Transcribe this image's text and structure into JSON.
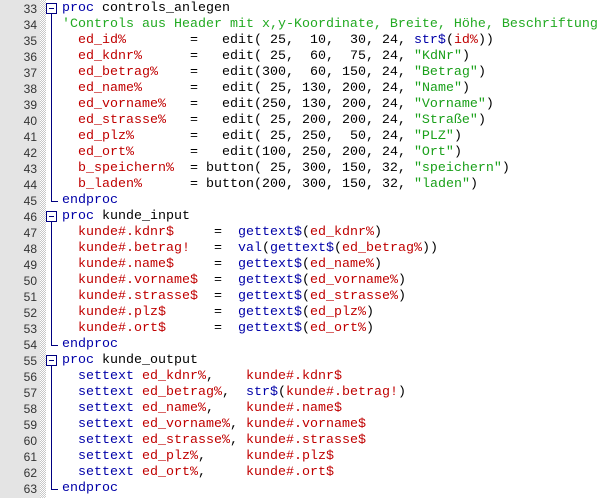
{
  "editor": {
    "colors": {
      "keyword": "#0000a8",
      "variable": "#c00000",
      "string": "#1aa01a",
      "comment": "#22aa22",
      "fold": "#000080"
    },
    "lines": [
      {
        "n": "33",
        "fold": "start",
        "t": [
          [
            "proc ",
            "k"
          ],
          [
            "controls_anlegen",
            "p"
          ]
        ]
      },
      {
        "n": "34",
        "fold": "mid",
        "t": [
          [
            "'Controls aus Header mit x,y-Koordinate, Breite, Höhe, Beschriftung",
            "c"
          ]
        ]
      },
      {
        "n": "35",
        "fold": "mid",
        "t": [
          [
            "  ",
            "p"
          ],
          [
            "ed_id%",
            "v"
          ],
          [
            "        =   edit( 25,  10,  30, 24, ",
            "p"
          ],
          [
            "str$",
            "k"
          ],
          [
            "(",
            "p"
          ],
          [
            "id%",
            "v"
          ],
          [
            "))",
            "p"
          ]
        ]
      },
      {
        "n": "36",
        "fold": "mid",
        "t": [
          [
            "  ",
            "p"
          ],
          [
            "ed_kdnr%",
            "v"
          ],
          [
            "      =   edit( 25,  60,  75, 24, ",
            "p"
          ],
          [
            "\"KdNr\"",
            "s"
          ],
          [
            ")",
            "p"
          ]
        ]
      },
      {
        "n": "37",
        "fold": "mid",
        "t": [
          [
            "  ",
            "p"
          ],
          [
            "ed_betrag%",
            "v"
          ],
          [
            "    =   edit(300,  60, 150, 24, ",
            "p"
          ],
          [
            "\"Betrag\"",
            "s"
          ],
          [
            ")",
            "p"
          ]
        ]
      },
      {
        "n": "38",
        "fold": "mid",
        "t": [
          [
            "  ",
            "p"
          ],
          [
            "ed_name%",
            "v"
          ],
          [
            "      =   edit( 25, 130, 200, 24, ",
            "p"
          ],
          [
            "\"Name\"",
            "s"
          ],
          [
            ")",
            "p"
          ]
        ]
      },
      {
        "n": "39",
        "fold": "mid",
        "t": [
          [
            "  ",
            "p"
          ],
          [
            "ed_vorname%",
            "v"
          ],
          [
            "   =   edit(250, 130, 200, 24, ",
            "p"
          ],
          [
            "\"Vorname\"",
            "s"
          ],
          [
            ")",
            "p"
          ]
        ]
      },
      {
        "n": "40",
        "fold": "mid",
        "t": [
          [
            "  ",
            "p"
          ],
          [
            "ed_strasse%",
            "v"
          ],
          [
            "   =   edit( 25, 200, 200, 24, ",
            "p"
          ],
          [
            "\"Straße\"",
            "s"
          ],
          [
            ")",
            "p"
          ]
        ]
      },
      {
        "n": "41",
        "fold": "mid",
        "t": [
          [
            "  ",
            "p"
          ],
          [
            "ed_plz%",
            "v"
          ],
          [
            "       =   edit( 25, 250,  50, 24, ",
            "p"
          ],
          [
            "\"PLZ\"",
            "s"
          ],
          [
            ")",
            "p"
          ]
        ]
      },
      {
        "n": "42",
        "fold": "mid",
        "t": [
          [
            "  ",
            "p"
          ],
          [
            "ed_ort%",
            "v"
          ],
          [
            "       =   edit(100, 250, 200, 24, ",
            "p"
          ],
          [
            "\"Ort\"",
            "s"
          ],
          [
            ")",
            "p"
          ]
        ]
      },
      {
        "n": "43",
        "fold": "mid",
        "t": [
          [
            "  ",
            "p"
          ],
          [
            "b_speichern%",
            "v"
          ],
          [
            "  = button( 25, 300, 150, 32, ",
            "p"
          ],
          [
            "\"speichern\"",
            "s"
          ],
          [
            ")",
            "p"
          ]
        ]
      },
      {
        "n": "44",
        "fold": "mid",
        "t": [
          [
            "  ",
            "p"
          ],
          [
            "b_laden%",
            "v"
          ],
          [
            "      = button(200, 300, 150, 32, ",
            "p"
          ],
          [
            "\"laden\"",
            "s"
          ],
          [
            ")",
            "p"
          ]
        ]
      },
      {
        "n": "45",
        "fold": "end",
        "t": [
          [
            "endproc",
            "k"
          ]
        ]
      },
      {
        "n": "46",
        "fold": "start",
        "t": [
          [
            "proc ",
            "k"
          ],
          [
            "kunde_input",
            "p"
          ]
        ]
      },
      {
        "n": "47",
        "fold": "mid",
        "t": [
          [
            "  ",
            "p"
          ],
          [
            "kunde#.kdnr$",
            "v"
          ],
          [
            "     =  ",
            "p"
          ],
          [
            "gettext$",
            "k"
          ],
          [
            "(",
            "p"
          ],
          [
            "ed_kdnr%",
            "v"
          ],
          [
            ")",
            "p"
          ]
        ]
      },
      {
        "n": "48",
        "fold": "mid",
        "t": [
          [
            "  ",
            "p"
          ],
          [
            "kunde#.betrag!",
            "v"
          ],
          [
            "   =  ",
            "p"
          ],
          [
            "val",
            "k"
          ],
          [
            "(",
            "p"
          ],
          [
            "gettext$",
            "k"
          ],
          [
            "(",
            "p"
          ],
          [
            "ed_betrag%",
            "v"
          ],
          [
            "))",
            "p"
          ]
        ]
      },
      {
        "n": "49",
        "fold": "mid",
        "t": [
          [
            "  ",
            "p"
          ],
          [
            "kunde#.name$",
            "v"
          ],
          [
            "     =  ",
            "p"
          ],
          [
            "gettext$",
            "k"
          ],
          [
            "(",
            "p"
          ],
          [
            "ed_name%",
            "v"
          ],
          [
            ")",
            "p"
          ]
        ]
      },
      {
        "n": "50",
        "fold": "mid",
        "t": [
          [
            "  ",
            "p"
          ],
          [
            "kunde#.vorname$",
            "v"
          ],
          [
            "  =  ",
            "p"
          ],
          [
            "gettext$",
            "k"
          ],
          [
            "(",
            "p"
          ],
          [
            "ed_vorname%",
            "v"
          ],
          [
            ")",
            "p"
          ]
        ]
      },
      {
        "n": "51",
        "fold": "mid",
        "t": [
          [
            "  ",
            "p"
          ],
          [
            "kunde#.strasse$",
            "v"
          ],
          [
            "  =  ",
            "p"
          ],
          [
            "gettext$",
            "k"
          ],
          [
            "(",
            "p"
          ],
          [
            "ed_strasse%",
            "v"
          ],
          [
            ")",
            "p"
          ]
        ]
      },
      {
        "n": "52",
        "fold": "mid",
        "t": [
          [
            "  ",
            "p"
          ],
          [
            "kunde#.plz$",
            "v"
          ],
          [
            "      =  ",
            "p"
          ],
          [
            "gettext$",
            "k"
          ],
          [
            "(",
            "p"
          ],
          [
            "ed_plz%",
            "v"
          ],
          [
            ")",
            "p"
          ]
        ]
      },
      {
        "n": "53",
        "fold": "mid",
        "t": [
          [
            "  ",
            "p"
          ],
          [
            "kunde#.ort$",
            "v"
          ],
          [
            "      =  ",
            "p"
          ],
          [
            "gettext$",
            "k"
          ],
          [
            "(",
            "p"
          ],
          [
            "ed_ort%",
            "v"
          ],
          [
            ")",
            "p"
          ]
        ]
      },
      {
        "n": "54",
        "fold": "end",
        "t": [
          [
            "endproc",
            "k"
          ]
        ]
      },
      {
        "n": "55",
        "fold": "start",
        "t": [
          [
            "proc ",
            "k"
          ],
          [
            "kunde_output",
            "p"
          ]
        ]
      },
      {
        "n": "56",
        "fold": "mid",
        "t": [
          [
            "  ",
            "p"
          ],
          [
            "settext",
            "k"
          ],
          [
            " ",
            "p"
          ],
          [
            "ed_kdnr%",
            "v"
          ],
          [
            ",    ",
            "p"
          ],
          [
            "kunde#.kdnr$",
            "v"
          ]
        ]
      },
      {
        "n": "57",
        "fold": "mid",
        "t": [
          [
            "  ",
            "p"
          ],
          [
            "settext",
            "k"
          ],
          [
            " ",
            "p"
          ],
          [
            "ed_betrag%",
            "v"
          ],
          [
            ",  ",
            "p"
          ],
          [
            "str$",
            "k"
          ],
          [
            "(",
            "p"
          ],
          [
            "kunde#.betrag!",
            "v"
          ],
          [
            ")",
            "p"
          ]
        ]
      },
      {
        "n": "58",
        "fold": "mid",
        "t": [
          [
            "  ",
            "p"
          ],
          [
            "settext",
            "k"
          ],
          [
            " ",
            "p"
          ],
          [
            "ed_name%",
            "v"
          ],
          [
            ",    ",
            "p"
          ],
          [
            "kunde#.name$",
            "v"
          ]
        ]
      },
      {
        "n": "59",
        "fold": "mid",
        "t": [
          [
            "  ",
            "p"
          ],
          [
            "settext",
            "k"
          ],
          [
            " ",
            "p"
          ],
          [
            "ed_vorname%",
            "v"
          ],
          [
            ", ",
            "p"
          ],
          [
            "kunde#.vorname$",
            "v"
          ]
        ]
      },
      {
        "n": "60",
        "fold": "mid",
        "t": [
          [
            "  ",
            "p"
          ],
          [
            "settext",
            "k"
          ],
          [
            " ",
            "p"
          ],
          [
            "ed_strasse%",
            "v"
          ],
          [
            ", ",
            "p"
          ],
          [
            "kunde#.strasse$",
            "v"
          ]
        ]
      },
      {
        "n": "61",
        "fold": "mid",
        "t": [
          [
            "  ",
            "p"
          ],
          [
            "settext",
            "k"
          ],
          [
            " ",
            "p"
          ],
          [
            "ed_plz%",
            "v"
          ],
          [
            ",     ",
            "p"
          ],
          [
            "kunde#.plz$",
            "v"
          ]
        ]
      },
      {
        "n": "62",
        "fold": "mid",
        "t": [
          [
            "  ",
            "p"
          ],
          [
            "settext",
            "k"
          ],
          [
            " ",
            "p"
          ],
          [
            "ed_ort%",
            "v"
          ],
          [
            ",     ",
            "p"
          ],
          [
            "kunde#.ort$",
            "v"
          ]
        ]
      },
      {
        "n": "63",
        "fold": "end",
        "t": [
          [
            "endproc",
            "k"
          ]
        ]
      }
    ]
  }
}
